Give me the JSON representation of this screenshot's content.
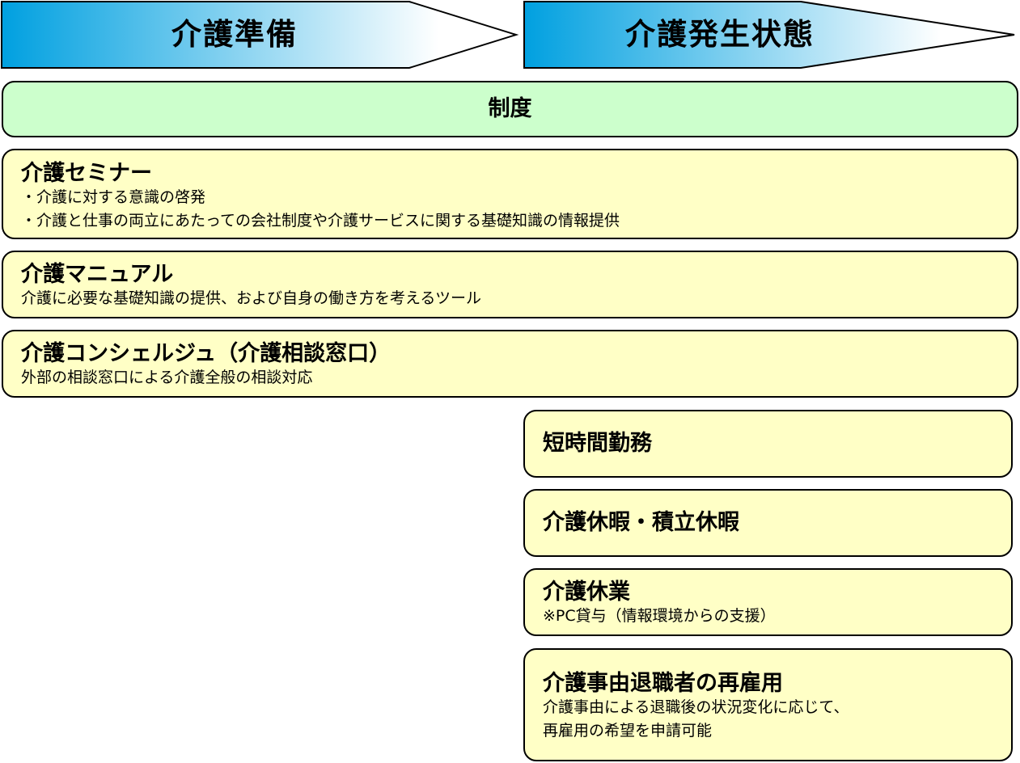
{
  "phases": [
    {
      "label": "介護準備",
      "color_start": "#00a0e0",
      "color_end": "#ffffff"
    },
    {
      "label": "介護発生状態",
      "color_start": "#00a0e0",
      "color_end": "#ffffff"
    }
  ],
  "colors": {
    "system_box": "#ccffcc",
    "measure_box": "#ffffc6",
    "border": "#000000"
  },
  "system": {
    "label": "制度"
  },
  "seminar": {
    "title": "介護セミナー",
    "lines": [
      "・介護に対する意識の啓発",
      "・介護と仕事の両立にあたっての会社制度や介護サービスに関する基礎知識の情報提供"
    ]
  },
  "manual": {
    "title": "介護マニュアル",
    "desc": "介護に必要な基礎知識の提供、および自身の働き方を考えるツール"
  },
  "concierge": {
    "title": "介護コンシェルジュ（介護相談窓口）",
    "desc": "外部の相談窓口による介護全般の相談対応"
  },
  "short_hours": {
    "title": "短時間勤務"
  },
  "leave": {
    "title": "介護休暇・積立休暇"
  },
  "kaigo_kyugyo": {
    "title": "介護休業",
    "desc": "※PC貸与（情報環境からの支援）"
  },
  "rehire": {
    "title": "介護事由退職者の再雇用",
    "lines": [
      "介護事由による退職後の状況変化に応じて、",
      "再雇用の希望を申請可能"
    ]
  }
}
